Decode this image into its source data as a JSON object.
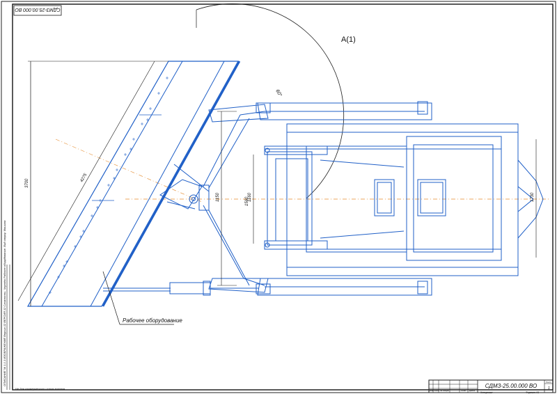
{
  "drawing": {
    "code_rotated": "СДМЗ-25.00.000 ВО",
    "view_label": "А(1)",
    "angle_label": "60°",
    "callout_label": "Рабочее оборудование",
    "left_strip": "ОПИСАНИЕ № 1.1.1 ИЗОБРАЖЕНИЕ Версия 12 ВЕРСИЯ 12 Сложность: Чертёж Рабочее оборудование. Вид сверху. Машина",
    "bottom_note": "Не для коммерческого использования"
  },
  "dimensions": {
    "d3700": "3700",
    "d4275": "4275",
    "d1150": "1150",
    "d1160": "1160",
    "d1560": "1560",
    "d1730": "1730"
  },
  "title_block": {
    "code": "СДМЗ-25.00.000 ВО",
    "sheet_label": "Лист",
    "sheet_value": "1",
    "col_izm": "Изм",
    "col_list": "Лист",
    "col_doc": "№ докум.",
    "col_sign": "Подп.",
    "col_date": "Дата",
    "copied": "Копировал",
    "format": "Формат   А1"
  }
}
